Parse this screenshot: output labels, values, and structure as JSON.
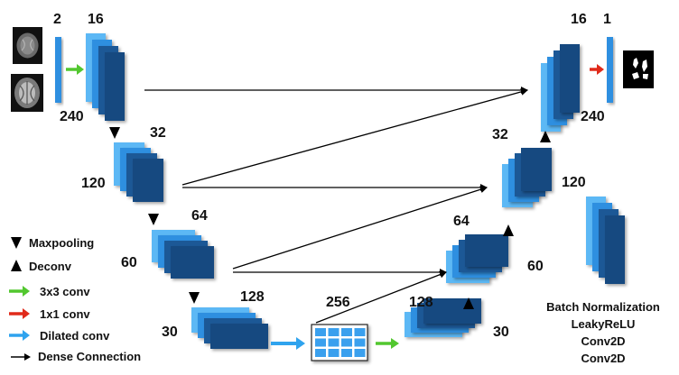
{
  "colors": {
    "light": "#5bb8f5",
    "mid": "#2f8fe0",
    "dark": "#1a5896",
    "darkest": "#154a80",
    "conv3x3": "#52c72f",
    "conv1x1": "#e02a1a",
    "dilated": "#2fa3ee",
    "dense": "#000000",
    "bottleneck_cell": "#3aa0ee",
    "bottleneck_bg": "#ffffff"
  },
  "labels": {
    "input_channels": "2",
    "enc1_channels": "16",
    "enc1_size": "240",
    "enc2_channels": "32",
    "enc2_size": "120",
    "enc3_channels": "64",
    "enc3_size": "60",
    "enc4_channels": "128",
    "enc4_size": "30",
    "bottleneck_channels": "256",
    "dec4_channels": "128",
    "dec4_size": "30",
    "dec3_channels": "64",
    "dec3_size": "60",
    "dec2_channels": "32",
    "dec2_size": "120",
    "dec1_channels": "16",
    "dec1_size": "240",
    "output_channels": "1"
  },
  "legend": {
    "maxpooling": "Maxpooling",
    "deconv": "Deconv",
    "conv3x3": "3x3 conv",
    "conv1x1": "1x1 conv",
    "dilated": "Dilated conv",
    "dense": "Dense Connection"
  },
  "block_description": [
    "Batch Normalization",
    "LeakyReLU",
    "Conv2D",
    "Conv2D"
  ],
  "icons": {
    "input_scan_1": "brain-mri-scan",
    "input_scan_2": "brain-mri-scan",
    "output_mask": "segmentation-mask"
  }
}
